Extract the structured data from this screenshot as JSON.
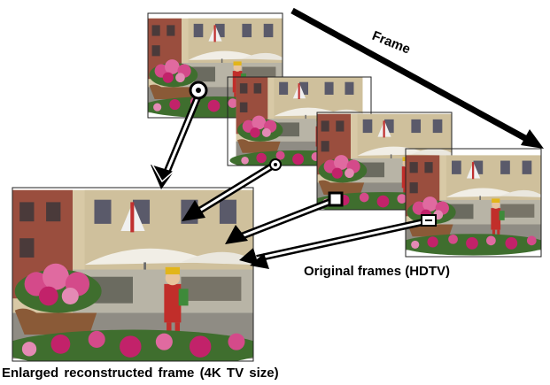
{
  "labels": {
    "frame_axis": "Frame",
    "original_frames": "Original frames (HDTV)",
    "enlarged_frame": "Enlarged reconstructed frame (4K TV size)"
  },
  "diagram": {
    "original_frame_count": 4,
    "colors": {
      "arrow": "#000000",
      "sky": "#a9b8c4",
      "brick": "#9a4e3e",
      "building_light": "#d8c9a6",
      "umbrella": "#f1eee6",
      "pink_flowers": "#d44a8a",
      "magenta_flowers": "#c2226a",
      "foliage": "#3f6e2e",
      "planter": "#8a5a37",
      "figure_red": "#c12e2a",
      "figure_yellow": "#e2b51a",
      "pavement": "#8f8c84"
    },
    "icons": [
      "circle-marker-icon",
      "dot-marker-icon",
      "square-marker-icon",
      "dash-marker-icon"
    ]
  }
}
